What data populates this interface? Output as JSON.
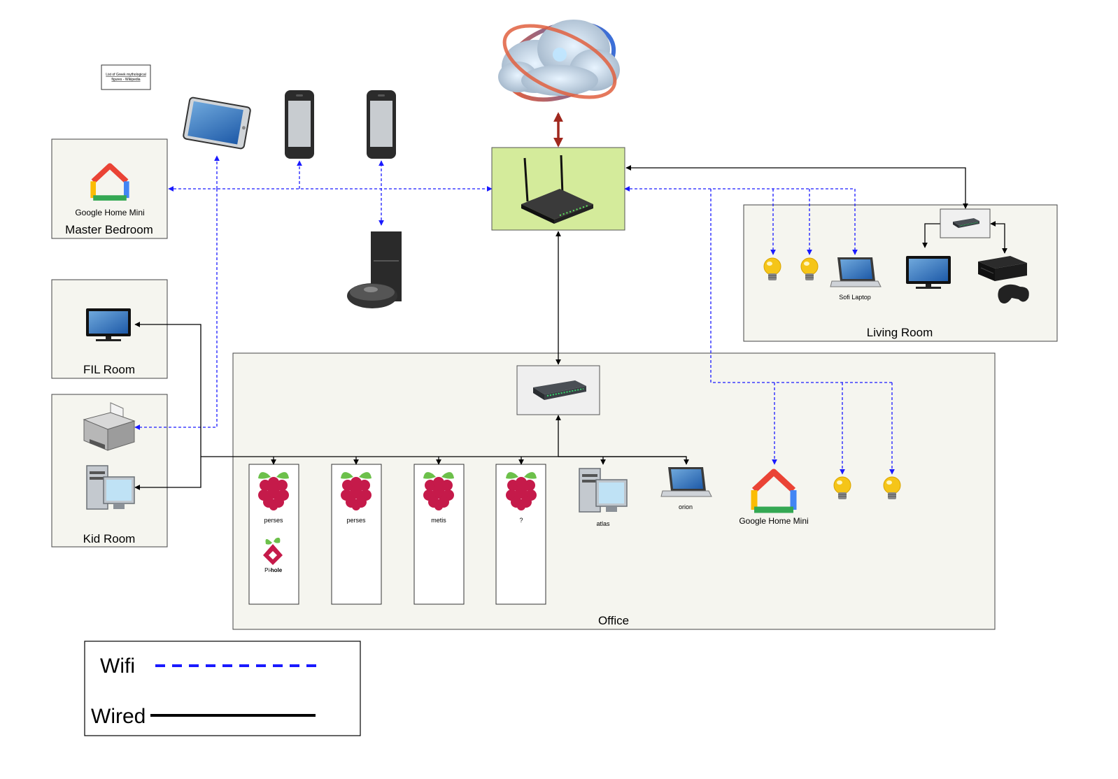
{
  "link_box": {
    "text_line1": "List of Greek mythological",
    "text_line2": "figures - Wikipedia"
  },
  "rooms": {
    "master_bedroom": {
      "title": "Master Bedroom",
      "device_label": "Google Home Mini"
    },
    "fil_room": {
      "title": "FIL Room"
    },
    "kid_room": {
      "title": "Kid Room"
    },
    "living_room": {
      "title": "Living Room",
      "laptop_label": "Sofi Laptop"
    },
    "office": {
      "title": "Office",
      "pi_labels": [
        "perses",
        "perses",
        "metis",
        "?"
      ],
      "pihole_label_pi": "Pi-",
      "pihole_label_hole": "hole",
      "atlas_label": "atlas",
      "orion_label": "orion",
      "google_home_label": "Google Home Mini"
    }
  },
  "legend": {
    "wifi_label": "Wifi",
    "wired_label": "Wired"
  },
  "colors": {
    "wifi_line": "#1a1aff",
    "wired_line": "#000000",
    "internet_link": "#a0281e",
    "room_fill": "#f5f5ef",
    "router_fill": "#d4eb9b",
    "raspberry": "#c51a4a",
    "raspberry_leaf": "#6cc04a",
    "bulb": "#f5c518"
  },
  "icons": [
    "cloud-internet-icon",
    "router-icon",
    "tablet-icon",
    "phone-icon",
    "robot-vacuum-icon",
    "google-home-icon",
    "tv-icon",
    "printer-icon",
    "desktop-computer-icon",
    "switch-icon",
    "raspberry-pi-icon",
    "pihole-icon",
    "laptop-icon",
    "light-bulb-icon",
    "game-console-icon"
  ]
}
